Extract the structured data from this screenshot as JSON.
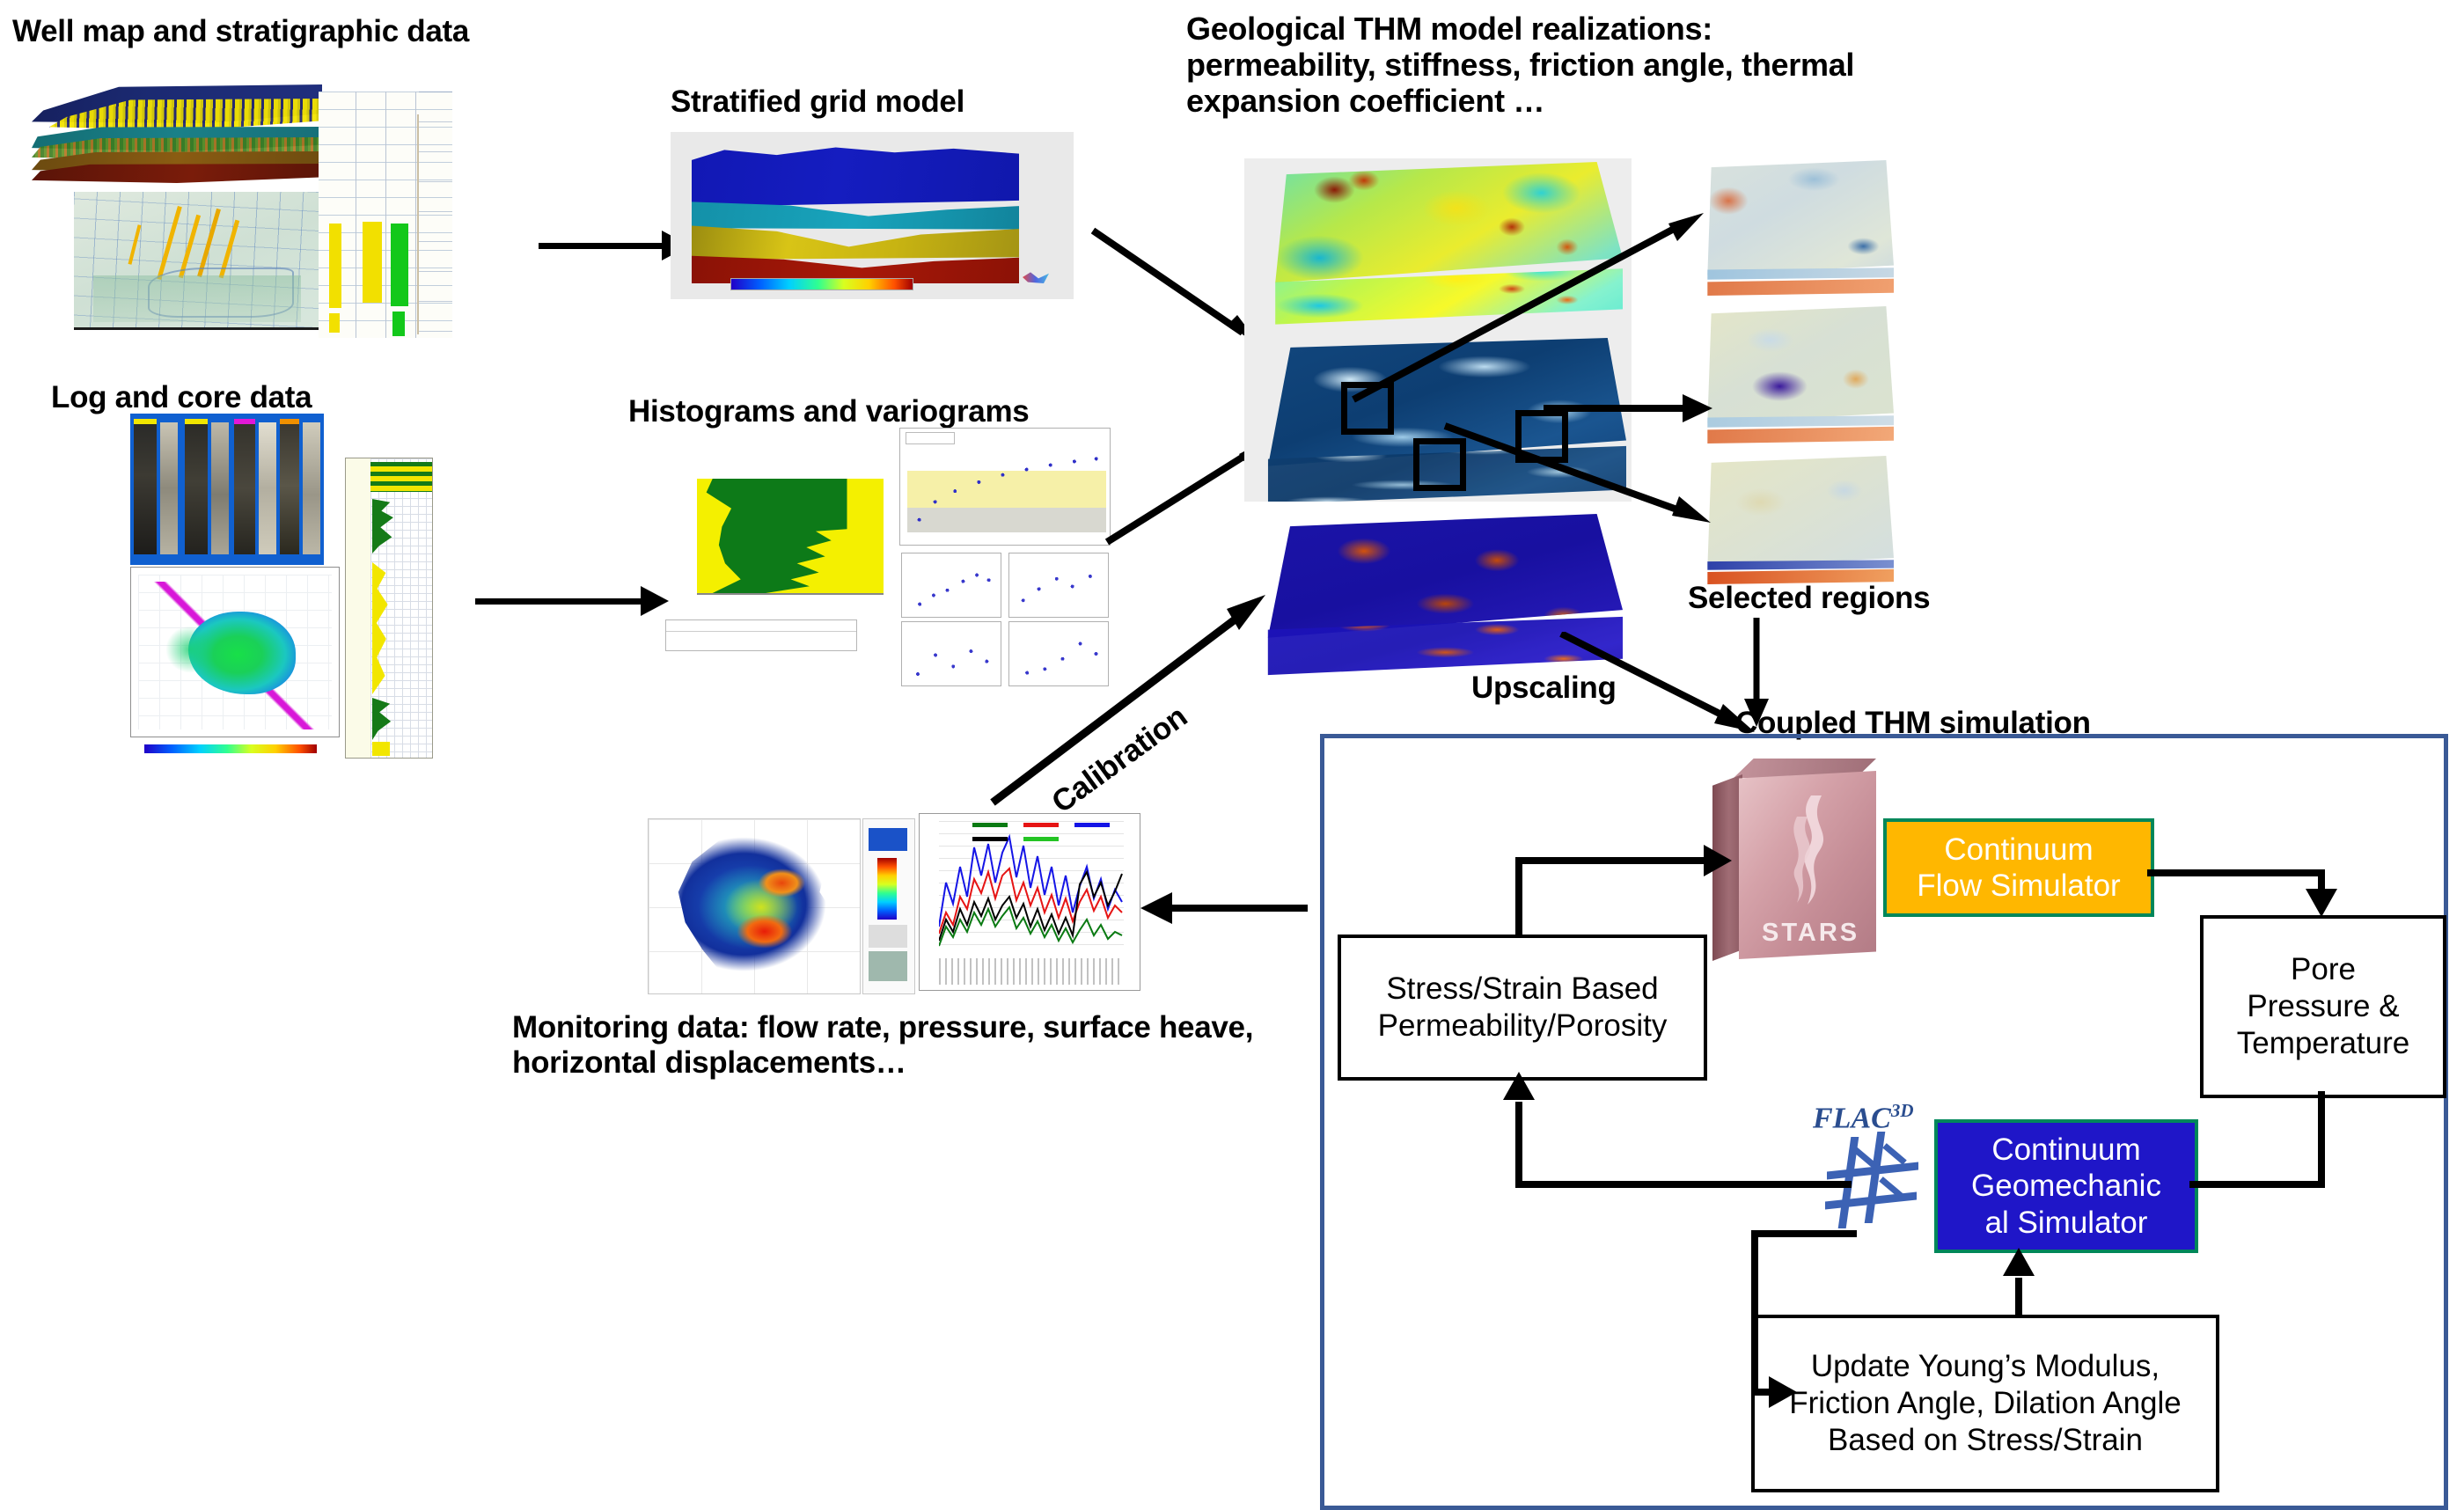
{
  "labels": {
    "well_map": "Well map and stratigraphic data",
    "stratified_grid": "Stratified grid model",
    "geological_realizations": "Geological THM model realizations: permeability, stiffness, friction angle, thermal expansion coefficient …",
    "log_core": "Log and core data",
    "histograms": "Histograms and variograms",
    "selected_regions": "Selected regions",
    "upscaling": "Upscaling",
    "coupled_thm": "Coupled THM simulation",
    "calibration": "Calibration",
    "monitoring": "Monitoring data: flow rate, pressure, surface heave, horizontal displacements…"
  },
  "flowchart": {
    "stars_logo_word": "STARS",
    "flac_logo_word": "FLAC",
    "flac_logo_sup": "3D",
    "boxes": {
      "flow_simulator": "Continuum\nFlow Simulator",
      "pore_pressure": "Pore\nPressure &\nTemperature",
      "geomech_simulator": "Continuum\nGeomechanic\nal Simulator",
      "stress_strain": "Stress/Strain  Based\nPermeability/Porosity",
      "update_params": "Update Young’s Modulus,\nFriction Angle, Dilation Angle\nBased on Stress/Strain"
    }
  },
  "colors": {
    "panel_border": "#3a5a96",
    "flow_box_fill": "#ffb700",
    "flow_box_border": "#00875a",
    "geo_box_fill": "#1f16c8",
    "geo_box_border": "#00875a",
    "box_border": "#000000",
    "text": "#000000",
    "flac_logo": "#2a4d8f",
    "stars_body": "#c58d96"
  }
}
